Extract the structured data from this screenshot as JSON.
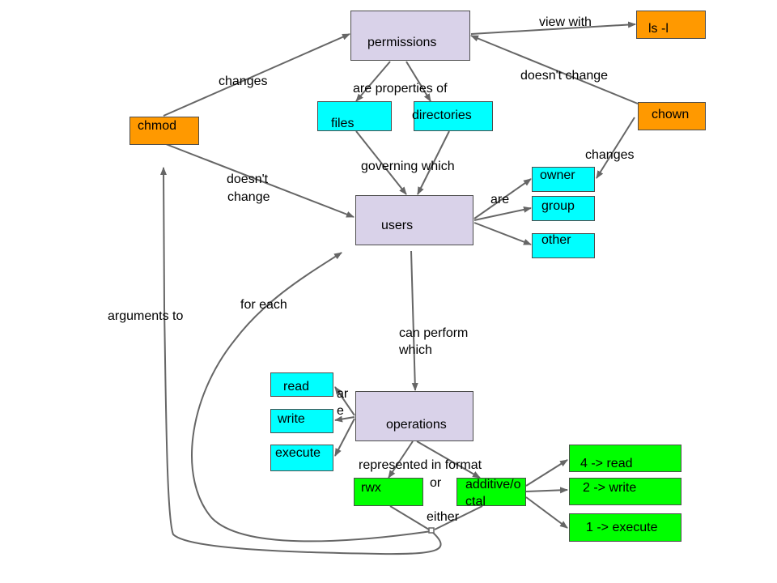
{
  "nodes": {
    "permissions": "permissions",
    "ls_l": "ls -l",
    "chmod": "chmod",
    "chown": "chown",
    "files": "files",
    "directories": "directories",
    "users": "users",
    "owner": "owner",
    "group": "group",
    "other": "other",
    "operations": "operations",
    "read": "read",
    "write": "write",
    "execute": "execute",
    "rwx": "rwx",
    "additive_octal_1": "additive/o",
    "additive_octal_2": "ctal",
    "four_read": "4 -> read",
    "two_write": "2 -> write",
    "one_execute": "1 -> execute"
  },
  "edge_labels": {
    "view_with": "view with",
    "changes_chmod": "changes",
    "doesnt_change_chown": "doesn't change",
    "are_properties_of": "are properties of",
    "governing_which": "governing which",
    "doesnt_change_chmod_1": "doesn't",
    "doesnt_change_chmod_2": "change",
    "changes_chown": "changes",
    "are_users": "are",
    "can_perform_which_1": "can perform",
    "can_perform_which_2": "which",
    "for_each": "for each",
    "arguments_to": "arguments to",
    "are_ops_1": "ar",
    "are_ops_2": "e",
    "represented_in_format": "represented in format",
    "or": "or",
    "either": "either"
  },
  "colors": {
    "lavender": "#d9d2e9",
    "orange": "#ff9900",
    "cyan": "#00ffff",
    "green": "#00ff00",
    "edge": "#666666"
  }
}
